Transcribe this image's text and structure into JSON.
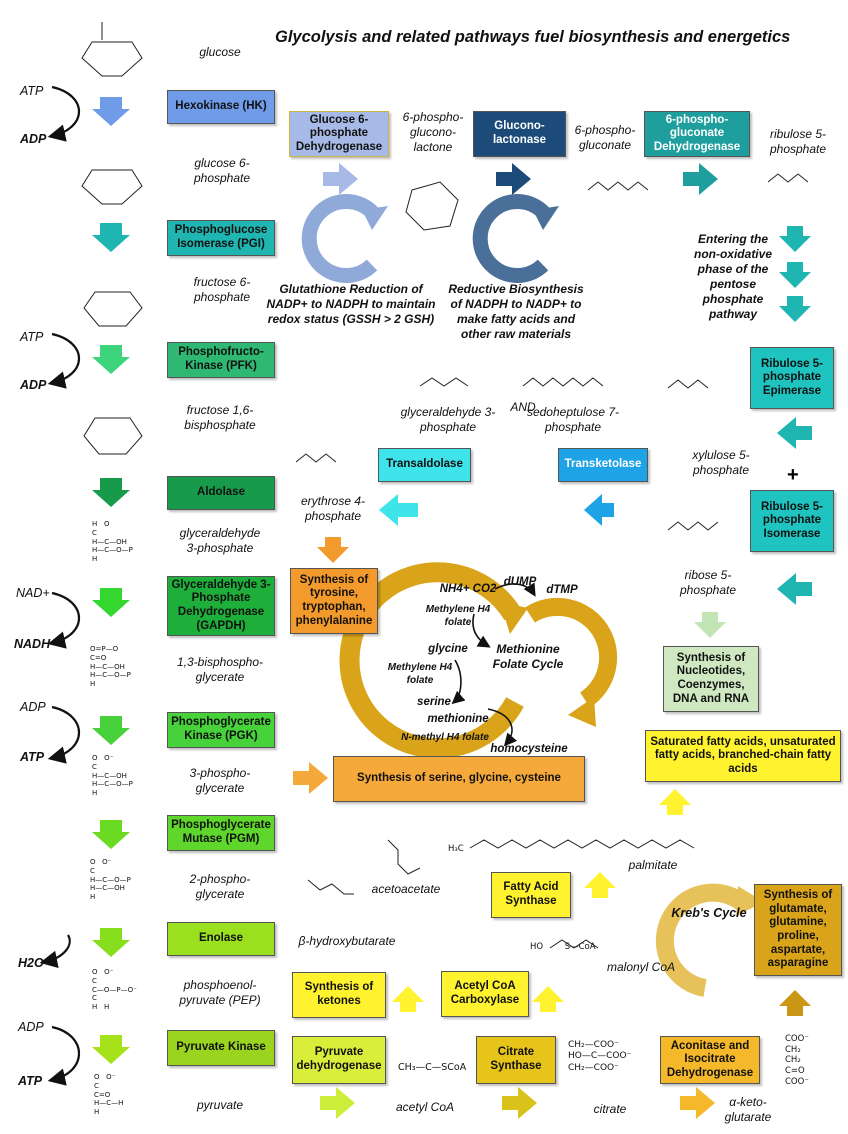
{
  "title": "Glycolysis and related pathways fuel biosynthesis and energetics",
  "enzymes": {
    "hk": "Hexokinase (HK)",
    "pgi": "Phosphoglucose Isomerase (PGI)",
    "pfk": "Phosphofructo-Kinase (PFK)",
    "aldolase": "Aldolase",
    "gapdh": "Glyceraldehyde 3-Phosphate Dehydrogenase (GAPDH)",
    "pgk": "Phosphoglycerate Kinase (PGK)",
    "pgm": "Phosphoglycerate Mutase (PGM)",
    "enolase": "Enolase",
    "pk": "Pyruvate Kinase",
    "g6pd": "Glucose 6-phosphate Dehydrogenase",
    "gluconolactonase": "Glucono-lactonase",
    "pgd": "6-phospho-gluconate Dehydrogenase",
    "rpe": "Ribulose 5-phosphate Epimerase",
    "rpi": "Ribulose 5-phosphate Isomerase",
    "transaldolase": "Transaldolase",
    "transketolase": "Transketolase",
    "pdh": "Pyruvate dehydrogenase",
    "acc": "Acetyl CoA Carboxylase",
    "fas": "Fatty Acid Synthase",
    "cs": "Citrate Synthase",
    "aconitase": "Aconitase and Isocitrate Dehydrogenase"
  },
  "synthesis": {
    "aromatic": "Synthesis of tyrosine, tryptophan, phenylalanine",
    "serine": "Synthesis of serine, glycine, cysteine",
    "nucleotides": "Synthesis of Nucleotides, Coenzymes, DNA and RNA",
    "fatty_acids": "Saturated fatty acids, unsaturated fatty acids, branched-chain fatty acids",
    "ketones": "Synthesis of ketones",
    "amino_acids": "Synthesis of glutamate, glutamine, proline, aspartate, asparagine"
  },
  "metabolites": {
    "glucose": "glucose",
    "g6p": "glucose 6-phosphate",
    "f6p": "fructose 6-phosphate",
    "f16bp": "fructose 1,6-bisphosphate",
    "g3p": "glyceraldehyde 3-phosphate",
    "bpg": "1,3-bisphospho-glycerate",
    "pg3": "3-phospho-glycerate",
    "pg2": "2-phospho-glycerate",
    "pep": "phosphoenol-pyruvate (PEP)",
    "pyruvate": "pyruvate",
    "pgl": "6-phospho-glucono-lactone",
    "pgluc": "6-phospho-gluconate",
    "ru5p": "ribulose 5-phosphate",
    "xu5p": "xylulose 5-phosphate",
    "r5p": "ribose 5-phosphate",
    "g3p_ppp": "glyceraldehyde 3-phosphate",
    "and": "AND",
    "s7p": "sedoheptulose 7-phosphate",
    "e4p": "erythrose 4-phosphate",
    "acetyl_coa": "acetyl CoA",
    "citrate": "citrate",
    "akg": "α-keto-glutarate",
    "malonyl": "malonyl CoA",
    "palmitate": "palmitate",
    "acetoacetate": "acetoacetate",
    "bhb": "β-hydroxybutarate"
  },
  "cofactors": {
    "atp1": "ATP",
    "adp1": "ADP",
    "atp2": "ATP",
    "adp2": "ADP",
    "nad": "NAD+",
    "nadh": "NADH",
    "adp3": "ADP",
    "atp3": "ATP",
    "h2o": "H2O",
    "adp4": "ADP",
    "atp4": "ATP"
  },
  "notes": {
    "glutathione": "Glutathione Reduction of NADP+ to NADPH to maintain redox status (GSSH > 2 GSH)",
    "reductive": "Reductive Biosynthesis of NADPH to NADP+ to make fatty acids and other raw materials",
    "nonoxidative": "Entering the non-oxidative phase of the pentose phosphate pathway",
    "plus": "+"
  },
  "folate": {
    "nh4": "NH4+ CO2",
    "dump": "dUMP",
    "dtmp": "dTMP",
    "methylene1": "Methylene H4 folate",
    "glycine": "glycine",
    "methylene2": "Methylene H4 folate",
    "serine": "serine",
    "methionine": "methionine",
    "nmethyl": "N-methyl H4 folate",
    "homocysteine": "homocysteine",
    "cycle": "Methionine Folate Cycle"
  },
  "krebs": "Kreb's Cycle",
  "structures": {
    "acetylcoa": "CH₃—C—SCoA",
    "citrate": "CH₂—COO⁻\nHO—C—COO⁻\nCH₂—COO⁻",
    "akg": "COO⁻\nCH₂\nCH₂\nC=O\nCOO⁻",
    "palmitate": "H₃C",
    "malonyl": "HO        S—CoA",
    "pyruvate": "O   O⁻\nC\nC=O\nH—C—H\nH",
    "pep": "O   O⁻\nC\nC—O—P—O⁻\nC\nH   H",
    "pg2": "O   O⁻\nC\nH—C—O—P\nH—C—OH\nH",
    "pg3": "O   O⁻\nC\nH—C—OH\nH—C—O—P\nH",
    "bpg": "O=P—O\nC=O\nH—C—OH\nH—C—O—P\nH",
    "g3p": "H   O\nC\nH—C—OH\nH—C—O—P\nH"
  },
  "colors": {
    "blue": "#6f9be8",
    "teal": "#1fb5b1",
    "green_mid": "#2eb872",
    "green_dark": "#189a4b",
    "green_bright": "#47d13a",
    "lime": "#9be01e",
    "yellow": "#fff22e",
    "orange": "#f6a93b",
    "gold": "#d9a41a",
    "navy": "#1c4b7a",
    "cyan": "#3fe3ea",
    "lightgreen": "#cfe8c2"
  }
}
